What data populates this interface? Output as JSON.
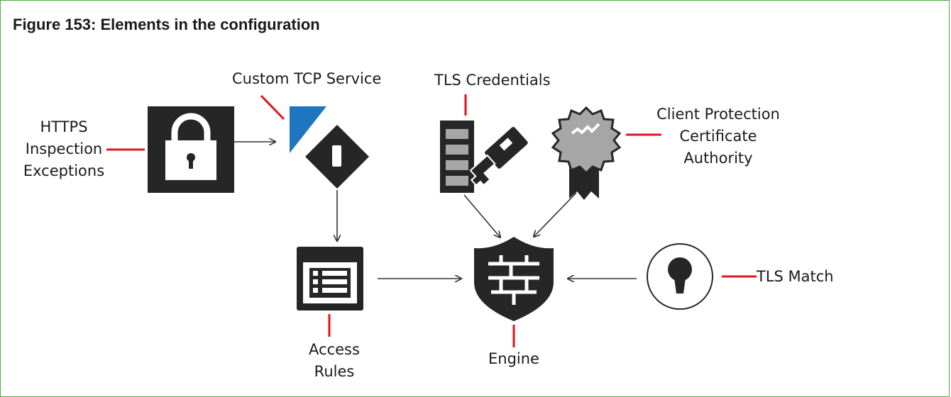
{
  "figure": {
    "title": "Figure 153: Elements in the configuration"
  },
  "labels": {
    "https_exceptions": [
      "HTTPS",
      "Inspection",
      "Exceptions"
    ],
    "custom_tcp": "Custom TCP Service",
    "tls_credentials": "TLS Credentials",
    "client_protection": [
      "Client Protection",
      "Certificate",
      "Authority"
    ],
    "tls_match": "TLS Match",
    "access_rules": [
      "Access",
      "Rules"
    ],
    "engine": "Engine"
  },
  "colors": {
    "icon": "#262626",
    "accent_blue": "#1f75be",
    "callout_red": "#e0141e",
    "badge_gray": "#a6a6a6",
    "frame_green": "#4caf3f"
  }
}
